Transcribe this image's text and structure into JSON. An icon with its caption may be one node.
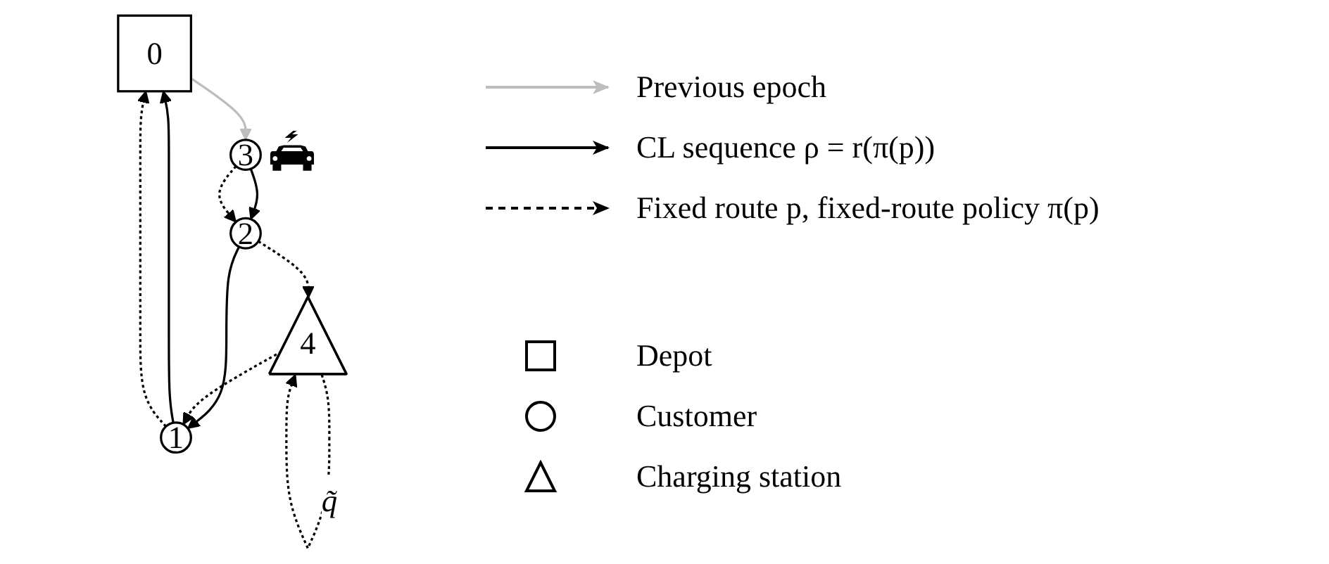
{
  "diagram": {
    "nodes": [
      {
        "text": [
          "0"
        ]
      },
      {
        "text": [
          "1"
        ]
      },
      {
        "text": [
          "2"
        ]
      },
      {
        "text": [
          "3"
        ]
      },
      {
        "text": [
          "4"
        ]
      }
    ],
    "edges": [
      {
        "from": 0,
        "to": 3,
        "arrow": "to",
        "color": "#bdbdbd"
      },
      {
        "from": 3,
        "to": 2,
        "arrow": "to"
      },
      {
        "from": 3,
        "to": 2,
        "arrow": "to",
        "style": "dashed"
      },
      {
        "from": 2,
        "to": 1,
        "arrow": "to"
      },
      {
        "from": 1,
        "to": 0,
        "arrow": "to"
      },
      {
        "from": 1,
        "to": 0,
        "arrow": "to",
        "style": "dashed"
      },
      {
        "from": 2,
        "to": 4,
        "arrow": "to",
        "style": "dashed"
      },
      {
        "from": 4,
        "to": 1,
        "arrow": "to",
        "style": "dashed"
      },
      {
        "from": 4,
        "to": 4,
        "arrow": "to",
        "style": "dashed",
        "label": "q̃"
      }
    ],
    "legend": [
      {
        "text": "Previous epoch"
      },
      {
        "text": "CL sequence ρ = r(π(p))"
      },
      {
        "text": "Fixed route p, fixed-route policy π(p)"
      },
      {
        "text": "Depot"
      },
      {
        "text": "Customer"
      },
      {
        "text": "Charging station"
      }
    ]
  }
}
